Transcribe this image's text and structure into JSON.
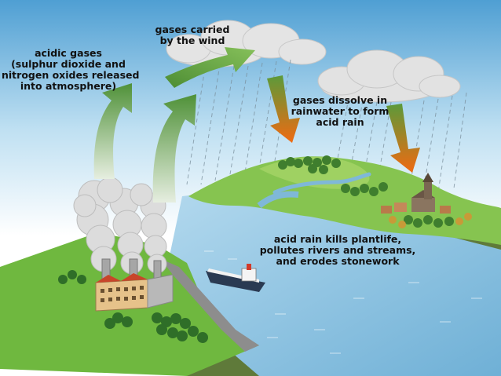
{
  "labels": {
    "acidic_gases": [
      "acidic gases",
      "(sulphur dioxide and",
      "nitrogen oxides released",
      "into atmosphere)"
    ],
    "carried_by_wind": [
      "gases carried",
      "by the wind"
    ],
    "dissolve": [
      "gases dissolve in",
      "rainwater to form",
      "acid rain"
    ],
    "effects": [
      "acid rain kills plantlife,",
      "pollutes rivers and streams,",
      "and erodes stonework"
    ]
  },
  "colors": {
    "sky_top": "#5aa8d8",
    "sky_bottom": "#eef6fb",
    "grass": "#7cc04a",
    "river": "#8ec3e0",
    "ground_side": "#6f8b4a",
    "smoke": "#d8d8d8",
    "arrow_green": "#5a9a3c",
    "arrow_orange": "#e8701a"
  }
}
